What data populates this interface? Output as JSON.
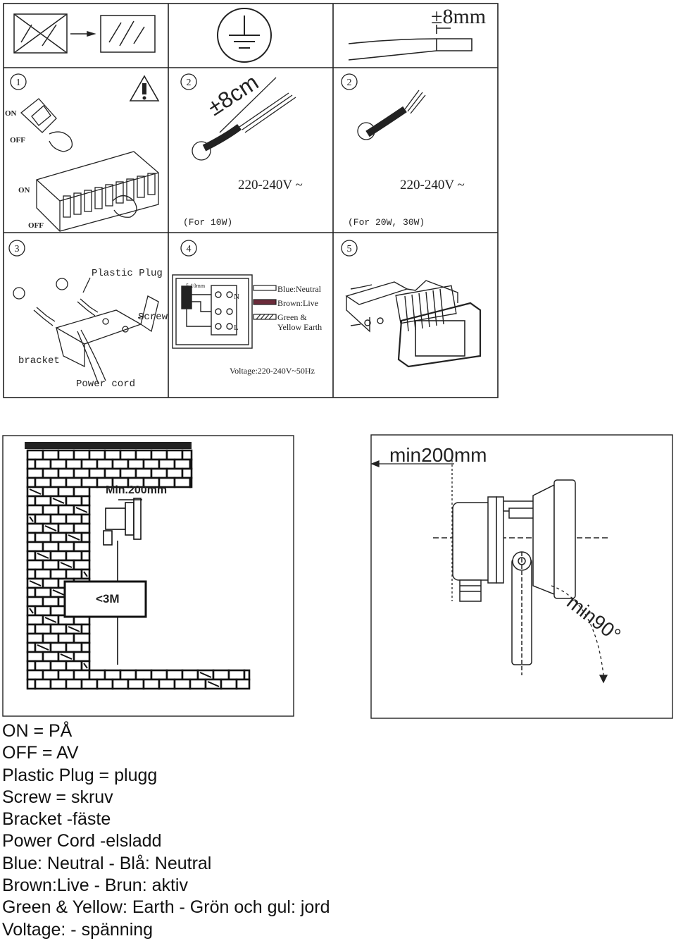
{
  "grid": {
    "measure_label": "±8mm",
    "step_numbers": [
      "1",
      "2",
      "2",
      "3",
      "4",
      "5"
    ],
    "strip_length_label": "±8cm",
    "on_label": "ON",
    "off_label": "OFF",
    "voltage_label": "220-240V ~",
    "for_10w": "(For 10W)",
    "for_20w_30w": "(For 20W, 30W)",
    "plastic_plug": "Plastic Plug",
    "screw": "Screw",
    "bracket": "bracket",
    "power_cord": "Power cord",
    "wire_length": "5-10mm",
    "terminal_n": "N",
    "terminal_l": "L",
    "blue_neutral": "Blue:Neutral",
    "brown_live": "Brown:Live",
    "green_and": "Green &",
    "yellow_earth": "Yellow Earth",
    "voltage_freq": "Voltage:220-240V~50Hz"
  },
  "install": {
    "min_distance": "Min.200mm",
    "height_limit": "<3M",
    "clearance": "min200mm",
    "angle": "min90°"
  },
  "legend": {
    "lines": [
      "ON = PÅ",
      "OFF = AV",
      "Plastic Plug = plugg",
      "Screw = skruv",
      "Bracket -fäste",
      "Power Cord -elsladd",
      "Blue: Neutral - Blå: Neutral",
      "Brown:Live - Brun: aktiv",
      "Green & Yellow: Earth - Grön och gul: jord",
      "Voltage: - spänning"
    ]
  },
  "colors": {
    "line": "#222222",
    "brown_wire": "#6b2b3a",
    "brick": "#ffffff"
  }
}
